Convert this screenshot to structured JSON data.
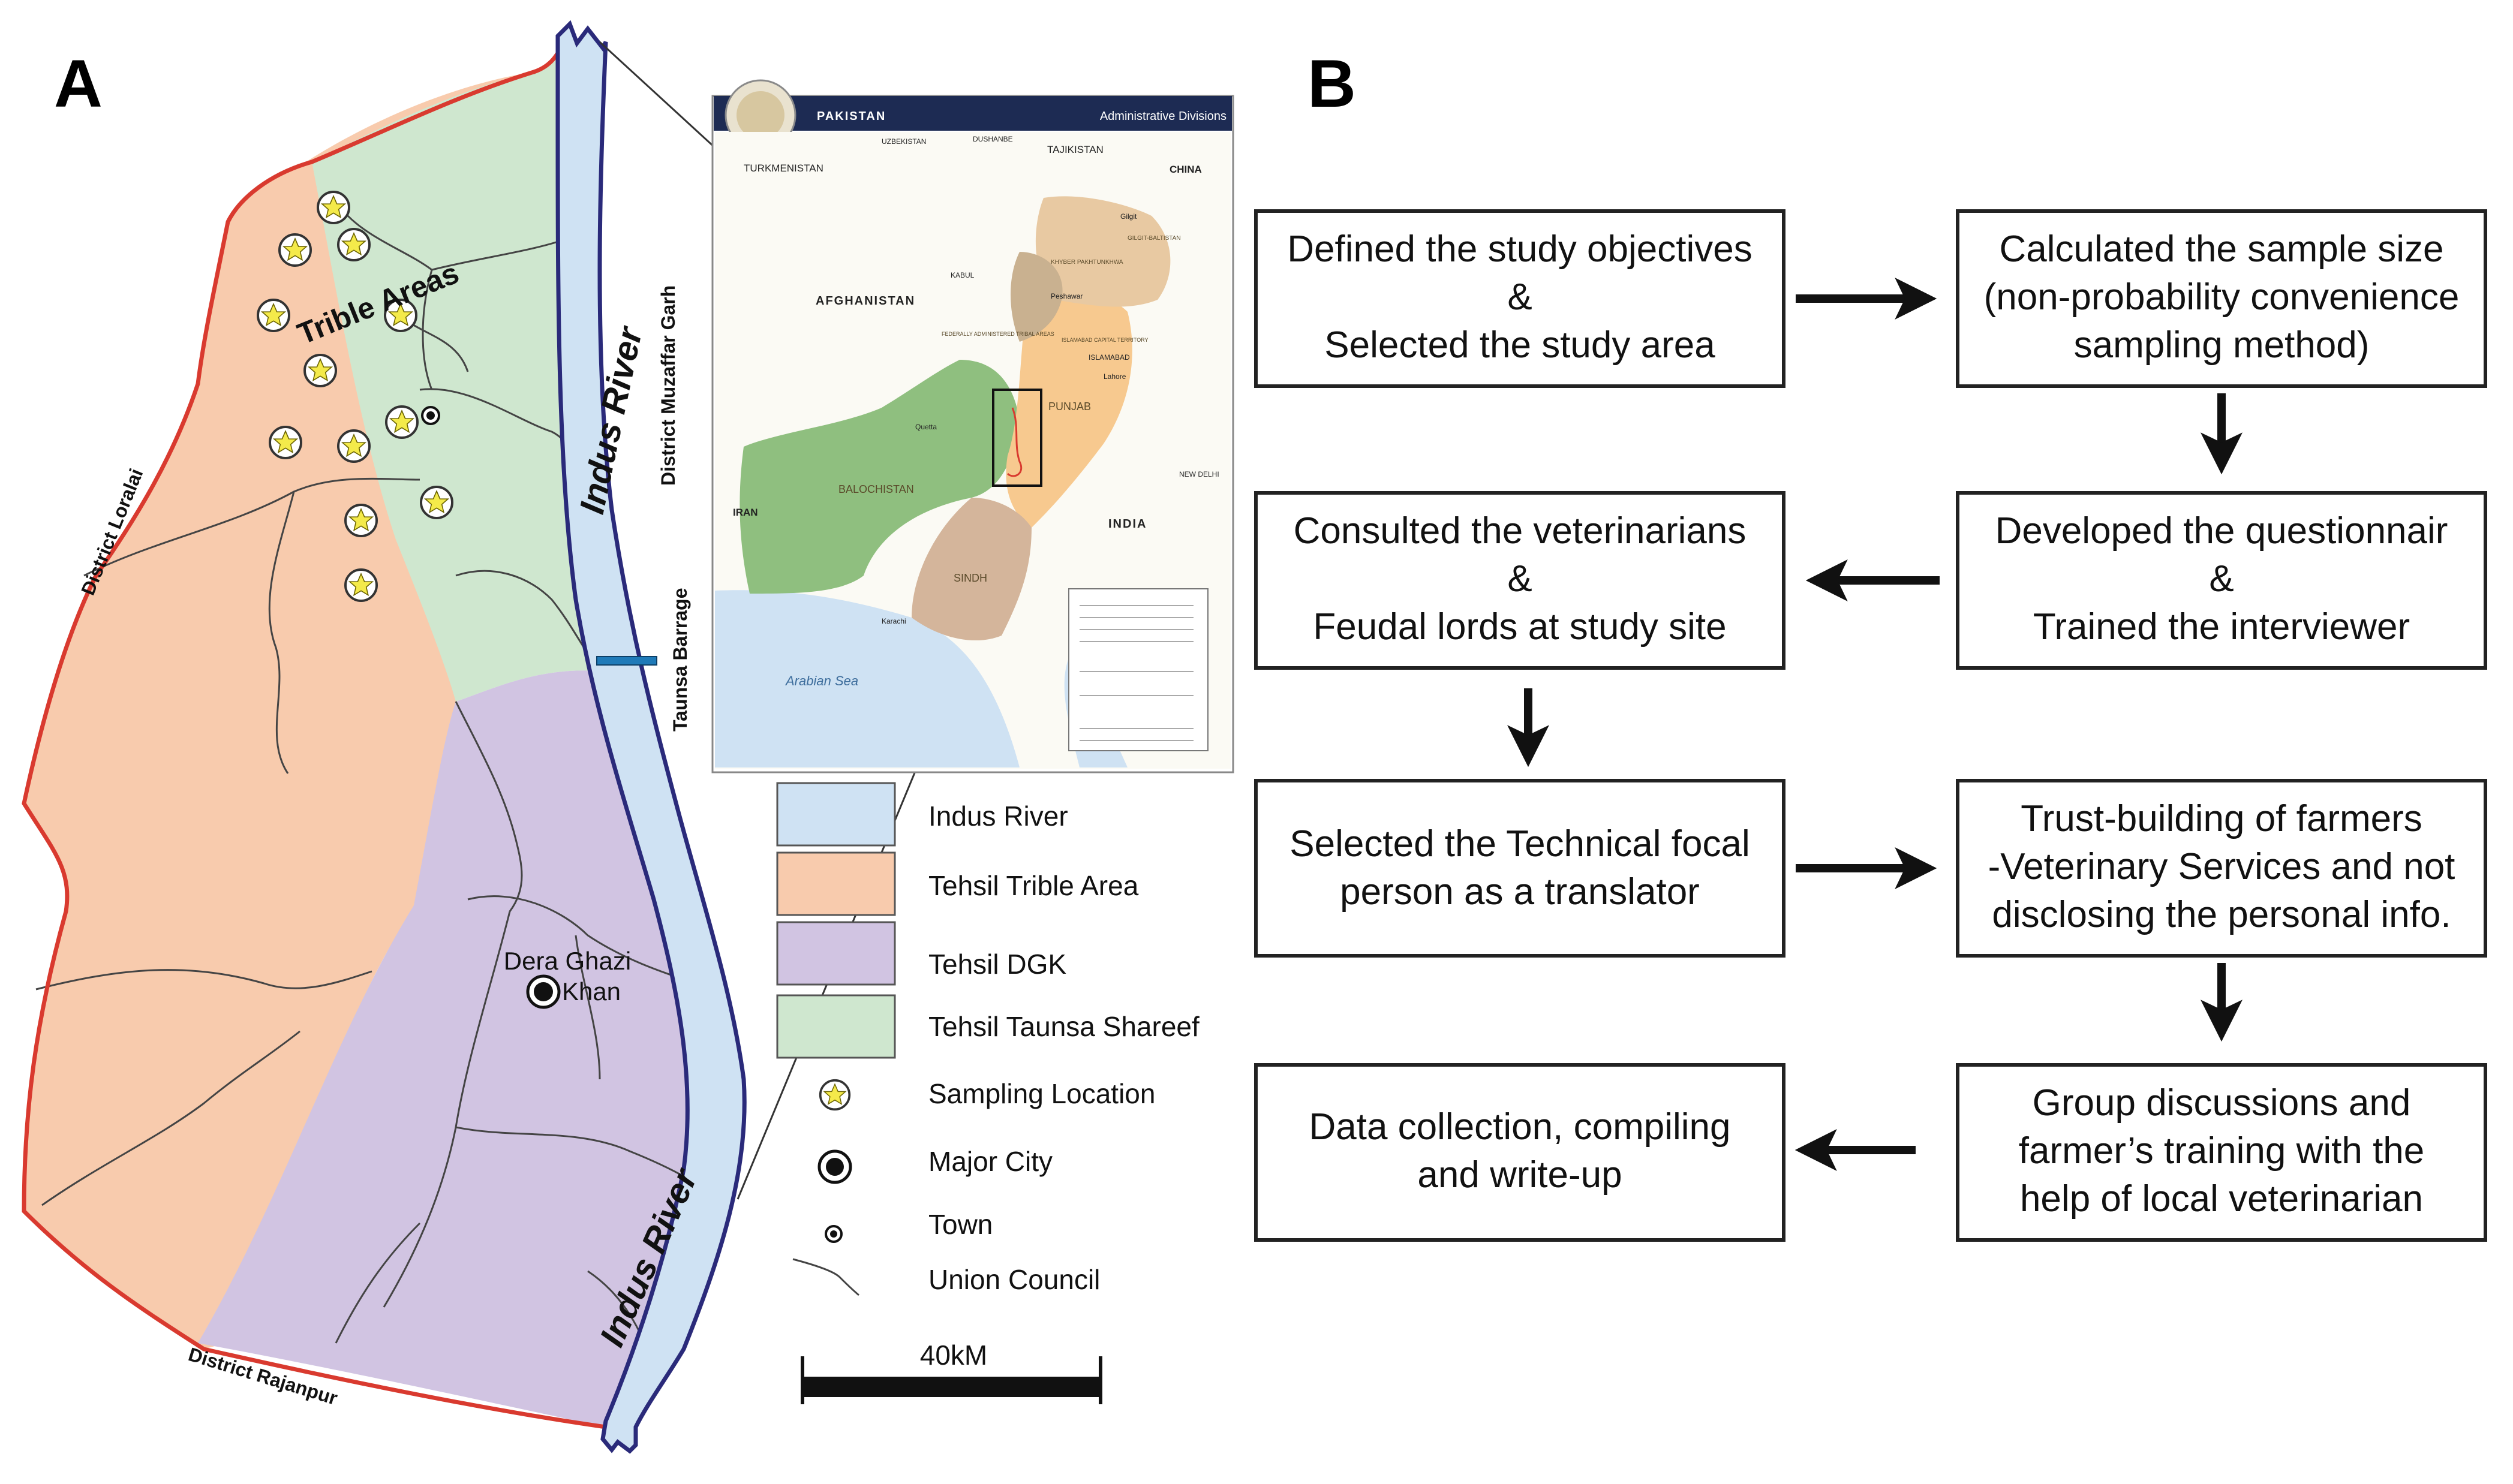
{
  "panel_a": {
    "letter": "A",
    "labels": {
      "trible_areas": "Trible Areas",
      "indus_river_top": "Indus River",
      "indus_river_bottom": "Indus River",
      "district_muzaffar_garh": "District Muzaffar Garh",
      "district_loralai": "District Loralai",
      "district_rajanpur": "District Rajanpur",
      "taunsa_barrage": "Taunsa Barrage",
      "dera_ghazi": "Dera Ghazi",
      "khan": "Khan"
    },
    "inset": {
      "title": "PAKISTAN",
      "subtitle": "Administrative Divisions",
      "countries": [
        "TURKMENISTAN",
        "AFGHANISTAN",
        "IRAN",
        "INDIA",
        "CHINA",
        "TAJIKISTAN",
        "UZBEKISTAN"
      ],
      "provinces": [
        "BALOCHISTAN",
        "PUNJAB",
        "SINDH"
      ],
      "sea": "Arabian Sea",
      "cities": [
        "KABUL",
        "ISLAMABAD",
        "Lahore",
        "Quetta",
        "Karachi",
        "NEW DELHI",
        "Gilgit",
        "Peshawar",
        "DUSHANBE"
      ],
      "regions": [
        "GILGIT-BALTISTAN",
        "KHYBER PAKHTUNKHWA",
        "FEDERALLY ADMINISTERED TRIBAL AREAS",
        "ISLAMABAD CAPITAL TERRITORY"
      ]
    },
    "legend": [
      {
        "label": "Indus River",
        "swatch": "#cfe2f3"
      },
      {
        "label": "Tehsil Trible Area",
        "swatch": "#f8cbad"
      },
      {
        "label": "Tehsil DGK",
        "swatch": "#d1c4e2"
      },
      {
        "label": "Tehsil Taunsa Shareef",
        "swatch": "#cfe7cf"
      },
      {
        "label": "Sampling Location",
        "icon": "star-icon"
      },
      {
        "label": "Major City",
        "icon": "major-city-icon"
      },
      {
        "label": "Town",
        "icon": "town-icon"
      },
      {
        "label": "Union Council",
        "icon": "union-council-line-icon"
      }
    ],
    "scale_bar": "40kM",
    "colors": {
      "trible": "#f8cbad",
      "dgk": "#d1c4e2",
      "taunsa": "#cfe7cf",
      "river": "#cfe2f3",
      "river_edge": "#2a2a7a",
      "boundary": "#d93a2f",
      "star": "#f4ea4a"
    }
  },
  "panel_b": {
    "letter": "B",
    "steps": [
      {
        "lines": [
          "Defined the study objectives",
          "&",
          "Selected the study area"
        ]
      },
      {
        "lines": [
          "Calculated the sample size",
          "(non-probability convenience",
          "sampling method)"
        ]
      },
      {
        "lines": [
          "Developed the questionnair",
          "&",
          "Trained the interviewer"
        ]
      },
      {
        "lines": [
          "Consulted the veterinarians",
          "&",
          "Feudal lords at study site"
        ]
      },
      {
        "lines": [
          "Selected the Technical focal",
          "person as a translator"
        ]
      },
      {
        "lines": [
          "Trust-building of farmers",
          "-Veterinary Services and not",
          "disclosing the personal info."
        ]
      },
      {
        "lines": [
          "Group discussions and",
          "farmer’s training with the",
          "help of local veterinarian"
        ]
      },
      {
        "lines": [
          "Data collection, compiling",
          "and write-up"
        ]
      }
    ]
  }
}
